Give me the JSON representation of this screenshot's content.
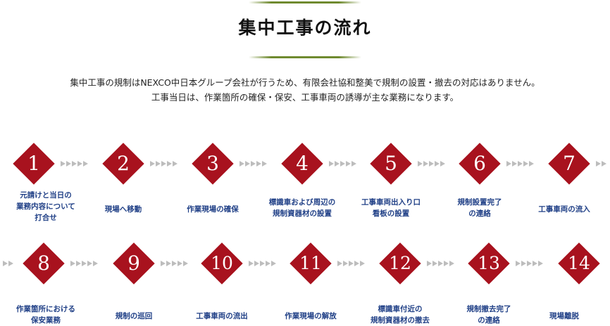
{
  "title": "集中工事の流れ",
  "intro": {
    "line1": "集中工事の規制はNEXCO中日本グループ会社が行うため、有限会社協和整美で規制の設置・撤去の対応はありません。",
    "line2": "工事当日は、作業箇所の確保・保安、工事車両の誘導が主な業務になります。"
  },
  "colors": {
    "diamond": "#a8121e",
    "label": "#1f3f86",
    "accent_rule": "#6f8a2f",
    "arrow": "#bdbdbd"
  },
  "steps": [
    {
      "number": "1",
      "label_lines": [
        "元請けと当日の",
        "業務内容について",
        "打合せ"
      ]
    },
    {
      "number": "2",
      "label_lines": [
        "現場へ移動"
      ]
    },
    {
      "number": "3",
      "label_lines": [
        "作業現場の確保"
      ]
    },
    {
      "number": "4",
      "label_lines": [
        "標識車および周辺の",
        "規制資器材の設置"
      ]
    },
    {
      "number": "5",
      "label_lines": [
        "工事車両出入り口",
        "看板の設置"
      ]
    },
    {
      "number": "6",
      "label_lines": [
        "規制設置完了",
        "の連絡"
      ]
    },
    {
      "number": "7",
      "label_lines": [
        "工事車両の流入"
      ]
    },
    {
      "number": "8",
      "label_lines": [
        "作業箇所における",
        "保安業務"
      ]
    },
    {
      "number": "9",
      "label_lines": [
        "規制の巡回"
      ]
    },
    {
      "number": "10",
      "label_lines": [
        "工事車両の流出"
      ]
    },
    {
      "number": "11",
      "label_lines": [
        "作業現場の解放"
      ]
    },
    {
      "number": "12",
      "label_lines": [
        "標識車付近の",
        "規制資器材の撤去"
      ]
    },
    {
      "number": "13",
      "label_lines": [
        "規制撤去完了",
        "の連絡"
      ]
    },
    {
      "number": "14",
      "label_lines": [
        "現場離脱"
      ]
    }
  ]
}
